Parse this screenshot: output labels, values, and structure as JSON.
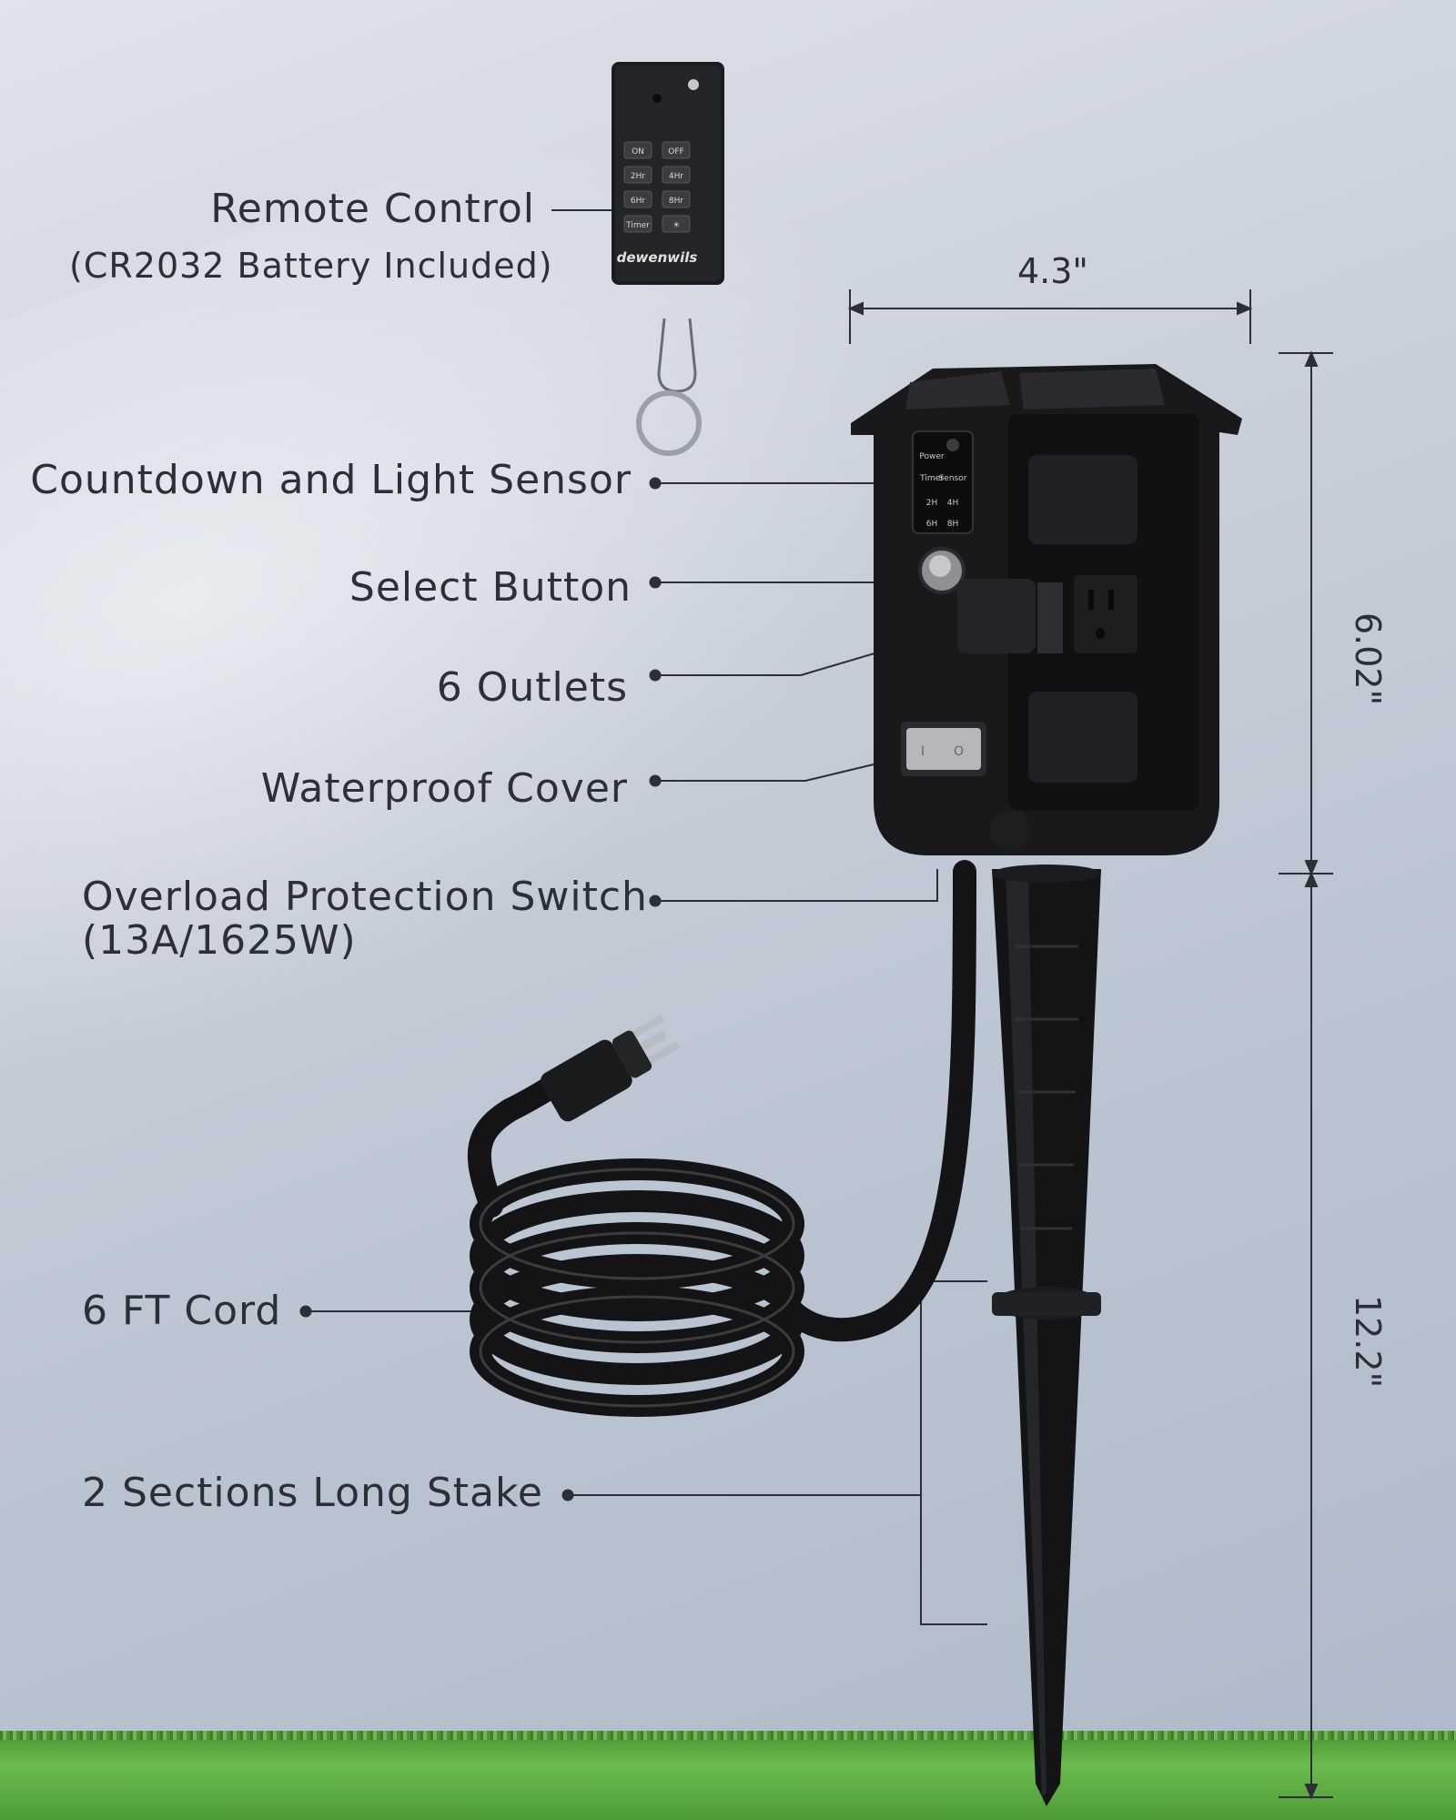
{
  "labels": {
    "remote_control": "Remote Control",
    "remote_battery": "(CR2032 Battery Included)",
    "countdown_sensor": "Countdown and Light Sensor",
    "select_button": "Select Button",
    "outlets": "6 Outlets",
    "waterproof_cover": "Waterproof Cover",
    "overload_switch": "Overload Protection Switch",
    "overload_rating": "(13A/1625W)",
    "cord": "6 FT Cord",
    "stake": "2 Sections Long Stake"
  },
  "dimensions": {
    "width": "4.3\"",
    "height_box": "6.02\"",
    "height_stake": "12.2\""
  },
  "remote": {
    "brand": "dewenwils",
    "buttons": [
      "ON",
      "OFF",
      "2Hr",
      "4Hr",
      "6Hr",
      "8Hr",
      "Timer",
      "☀"
    ]
  },
  "panel": {
    "indicators": [
      "Power",
      "Timer",
      "Sensor",
      "2H",
      "4H",
      "6H",
      "8H"
    ],
    "switch_marks": [
      "I",
      "O"
    ]
  },
  "colors": {
    "product": "#1a1b1d",
    "text": "#2b2f36",
    "background": "#c9d0da",
    "grass": "#5aa640"
  }
}
